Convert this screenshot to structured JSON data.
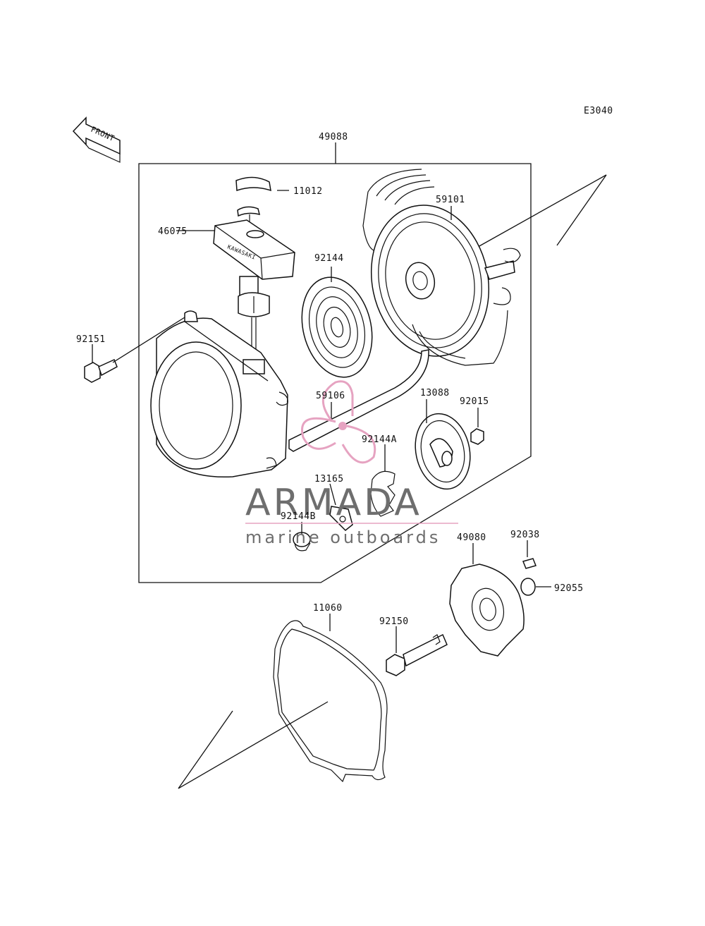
{
  "diagram_code": "E3040",
  "front_label": "FRONT",
  "brand_on_handle": "KAWASAKI",
  "watermark": {
    "name": "ARMADA",
    "tagline": "marine outboards",
    "gray": "#6e6e6e",
    "pink": "#e6a3c1"
  },
  "parts": [
    {
      "id": "p49088",
      "num": "49088"
    },
    {
      "id": "p11012",
      "num": "11012"
    },
    {
      "id": "p59101",
      "num": "59101"
    },
    {
      "id": "p46075",
      "num": "46075"
    },
    {
      "id": "p92144",
      "num": "92144"
    },
    {
      "id": "p92151",
      "num": "92151"
    },
    {
      "id": "p59106",
      "num": "59106"
    },
    {
      "id": "p13088",
      "num": "13088"
    },
    {
      "id": "p92015",
      "num": "92015"
    },
    {
      "id": "p92144A",
      "num": "92144A"
    },
    {
      "id": "p13165",
      "num": "13165"
    },
    {
      "id": "p92144B",
      "num": "92144B"
    },
    {
      "id": "p49080",
      "num": "49080"
    },
    {
      "id": "p92038",
      "num": "92038"
    },
    {
      "id": "p92055",
      "num": "92055"
    },
    {
      "id": "p11060",
      "num": "11060"
    },
    {
      "id": "p92150",
      "num": "92150"
    }
  ]
}
